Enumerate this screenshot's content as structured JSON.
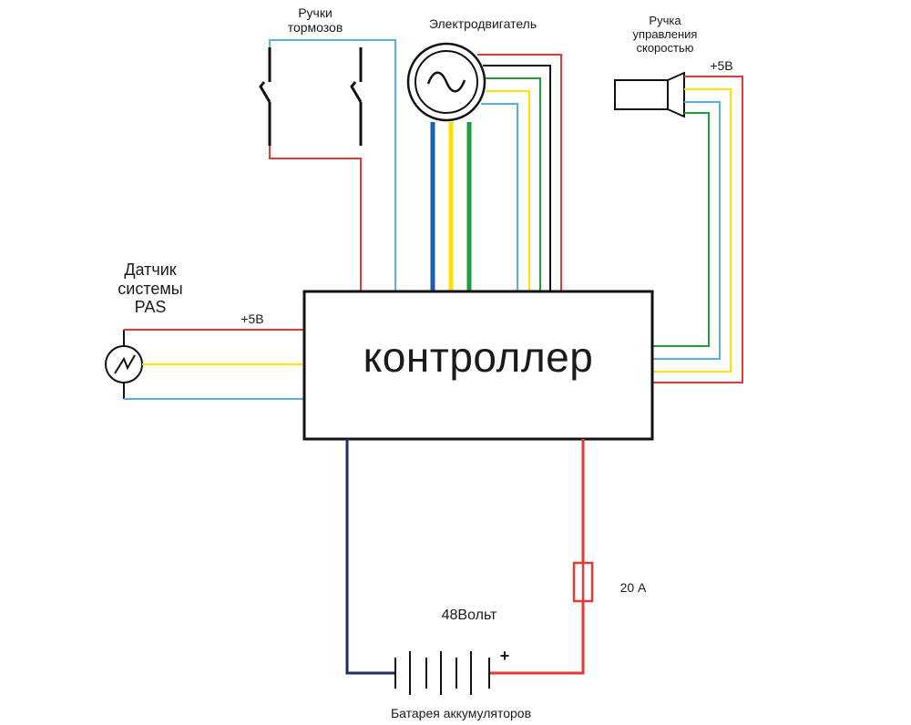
{
  "labels": {
    "brake_levers": [
      "Ручки",
      "тормозов"
    ],
    "motor": "Электродвигатель",
    "throttle": [
      "Ручка",
      "управления",
      "скоростью"
    ],
    "throttle_voltage": "+5В",
    "pas_sensor": [
      "Датчик",
      "системы",
      "PAS"
    ],
    "pas_voltage": "+5В",
    "controller": "контроллер",
    "fuse_rating": "20 А",
    "battery_voltage": "48Вольт",
    "battery_plus": "+",
    "battery": "Батарея аккумуляторов"
  },
  "wire_colors": {
    "red": "#e53935",
    "yellow": "#ffe000",
    "green": "#1e9e3a",
    "light_blue": "#5aaee8",
    "dark_blue": "#1e5ea8",
    "navy": "#1b2f6b",
    "black": "#111111",
    "outline": "#111111"
  }
}
